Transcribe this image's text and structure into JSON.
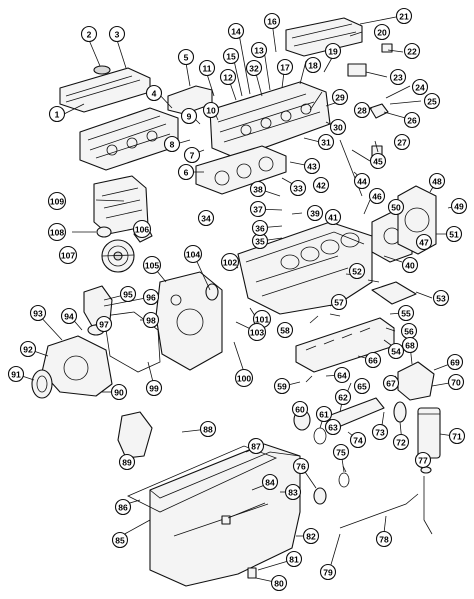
{
  "callouts": [
    "1",
    "2",
    "3",
    "4",
    "5",
    "6",
    "7",
    "8",
    "9",
    "10",
    "11",
    "12",
    "13",
    "14",
    "15",
    "16",
    "17",
    "18",
    "19",
    "20",
    "21",
    "22",
    "23",
    "24",
    "25",
    "26",
    "27",
    "28",
    "29",
    "30",
    "31",
    "32",
    "33",
    "34",
    "35",
    "36",
    "37",
    "38",
    "39",
    "40",
    "41",
    "42",
    "43",
    "44",
    "45",
    "46",
    "47",
    "48",
    "49",
    "50",
    "51",
    "52",
    "53",
    "54",
    "55",
    "56",
    "57",
    "58",
    "59",
    "60",
    "61",
    "62",
    "63",
    "64",
    "65",
    "66",
    "67",
    "68",
    "69",
    "70",
    "71",
    "72",
    "73",
    "74",
    "75",
    "76",
    "77",
    "78",
    "79",
    "80",
    "81",
    "82",
    "83",
    "84",
    "85",
    "86",
    "87",
    "88",
    "89",
    "90",
    "91",
    "92",
    "93",
    "94",
    "95",
    "96",
    "97",
    "98",
    "99",
    "100",
    "101",
    "102",
    "103",
    "104",
    "105",
    "106",
    "107",
    "108",
    "109"
  ]
}
